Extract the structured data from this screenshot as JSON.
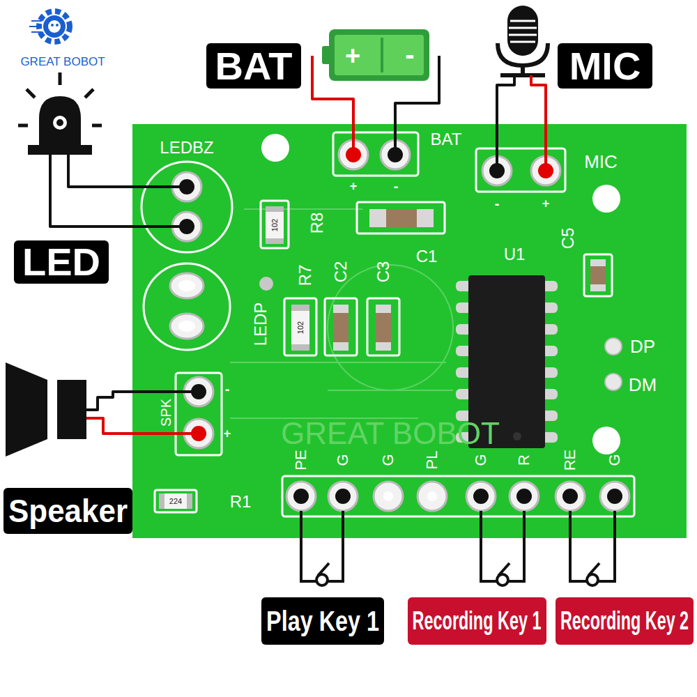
{
  "diagram": {
    "nodes": [
      {
        "text": [
          "BAT"
        ]
      },
      {
        "text": [
          "MIC"
        ]
      },
      {
        "text": [
          "LED"
        ]
      },
      {
        "text": [
          "Speaker"
        ]
      },
      {
        "text": [
          "Play Key 1"
        ]
      },
      {
        "text": [
          "Recording Key 1"
        ]
      },
      {
        "text": [
          "Recording Key 2"
        ]
      }
    ],
    "labels": [
      "GREAT BOBOT",
      "+",
      "-",
      "LEDBZ",
      "BAT",
      "+",
      "-",
      "-",
      "+",
      "MIC",
      "R8",
      "102",
      "C1",
      "U1",
      "C5",
      "R7",
      "C2",
      "C3",
      "LEDP",
      "102",
      "DP",
      "DM",
      "SPK",
      "-",
      "+",
      "GREAT BOBOT",
      "PE",
      "G",
      "G",
      "PL",
      "G",
      "R",
      "RE",
      "G",
      "224",
      "R1"
    ]
  }
}
